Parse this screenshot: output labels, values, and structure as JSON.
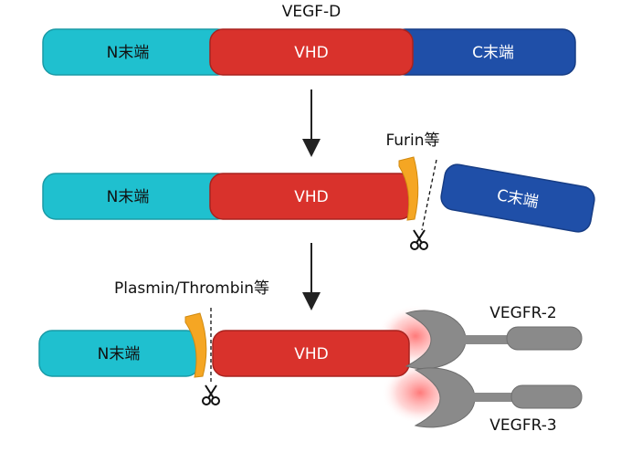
{
  "title": "VEGF-D",
  "row1": {
    "n_label": "N末端",
    "vhd_label": "VHD",
    "c_label": "C末端"
  },
  "row2": {
    "n_label": "N末端",
    "vhd_label": "VHD",
    "c_label": "C末端",
    "enzyme_label": "Furin等"
  },
  "row3": {
    "n_label": "N末端",
    "vhd_label": "VHD",
    "enzyme_label": "Plasmin/Thrombin等",
    "receptor1_label": "VEGFR-2",
    "receptor2_label": "VEGFR-3"
  },
  "colors": {
    "n_terminal": "#1fc0cf",
    "vhd": "#d9322c",
    "c_terminal": "#1f4fa8",
    "enzyme": "#f5a623",
    "receptor": "#8a8a8a",
    "glow": "#ff6b6b"
  },
  "icons": {
    "cut": "scissors-icon"
  }
}
